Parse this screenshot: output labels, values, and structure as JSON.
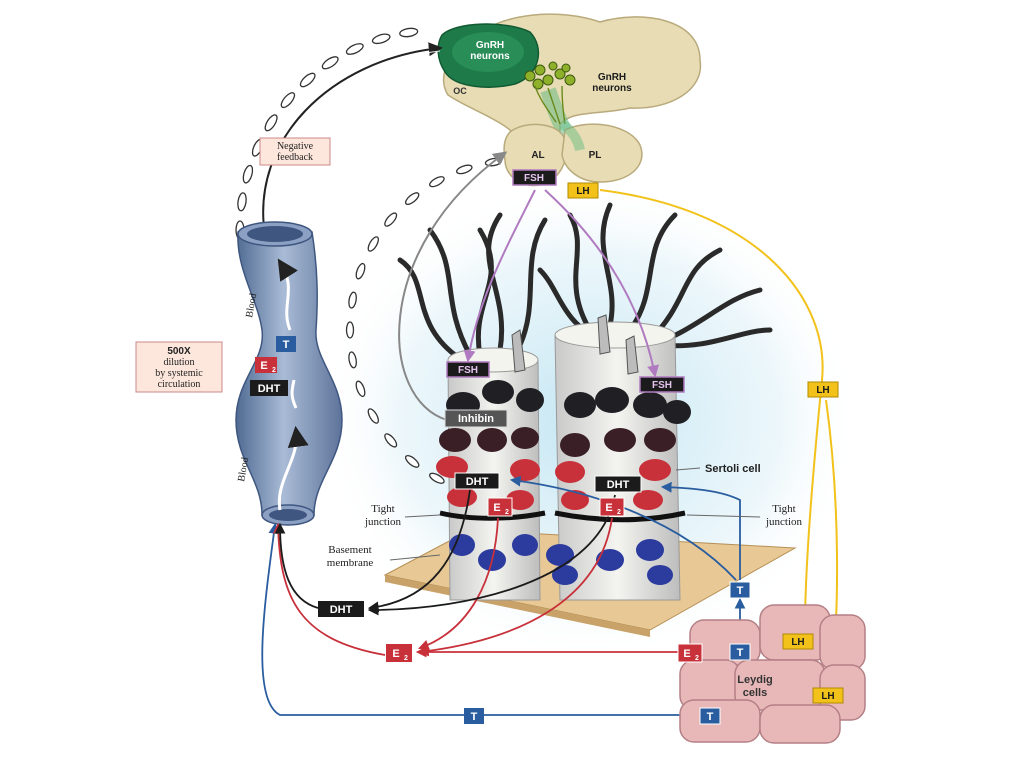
{
  "brain": {
    "gnrh_neurons_1": [
      "GnRH",
      "neurons"
    ],
    "gnrh_neurons_2": [
      "GnRH",
      "neurons"
    ],
    "oc": "OC",
    "al": "AL",
    "pl": "PL"
  },
  "hormones": {
    "fsh": "FSH",
    "lh": "LH",
    "t": "T",
    "e2_base": "E",
    "e2_sub": "2",
    "dht": "DHT",
    "inhibin": "Inhibin"
  },
  "labels": {
    "negative_feedback": [
      "Negative",
      "feedback"
    ],
    "dilution": [
      "500X",
      "dilution",
      "by systemic",
      "circulation"
    ],
    "blood_top": "Blood",
    "blood_bottom": "Blood",
    "sertoli_cell": "Sertoli cell",
    "tight_junction_left": [
      "Tight",
      "junction"
    ],
    "tight_junction_right": [
      "Tight",
      "junction"
    ],
    "basement_membrane": [
      "Basement",
      "membrane"
    ],
    "leydig_cells": [
      "Leydig",
      "cells"
    ]
  },
  "colors": {
    "t_blue": "#2a5d9f",
    "e2_red": "#c8303a",
    "lh_yellow": "#f2c21b",
    "fsh_purple": "#b07ac0",
    "dark_label": "#1b1b1b",
    "brain_beige": "#e7dcb4",
    "gnrh_green": "#1f7a4a",
    "vessel_blue": "#6f87ad",
    "leydig_pink": "#e8b8b8"
  }
}
